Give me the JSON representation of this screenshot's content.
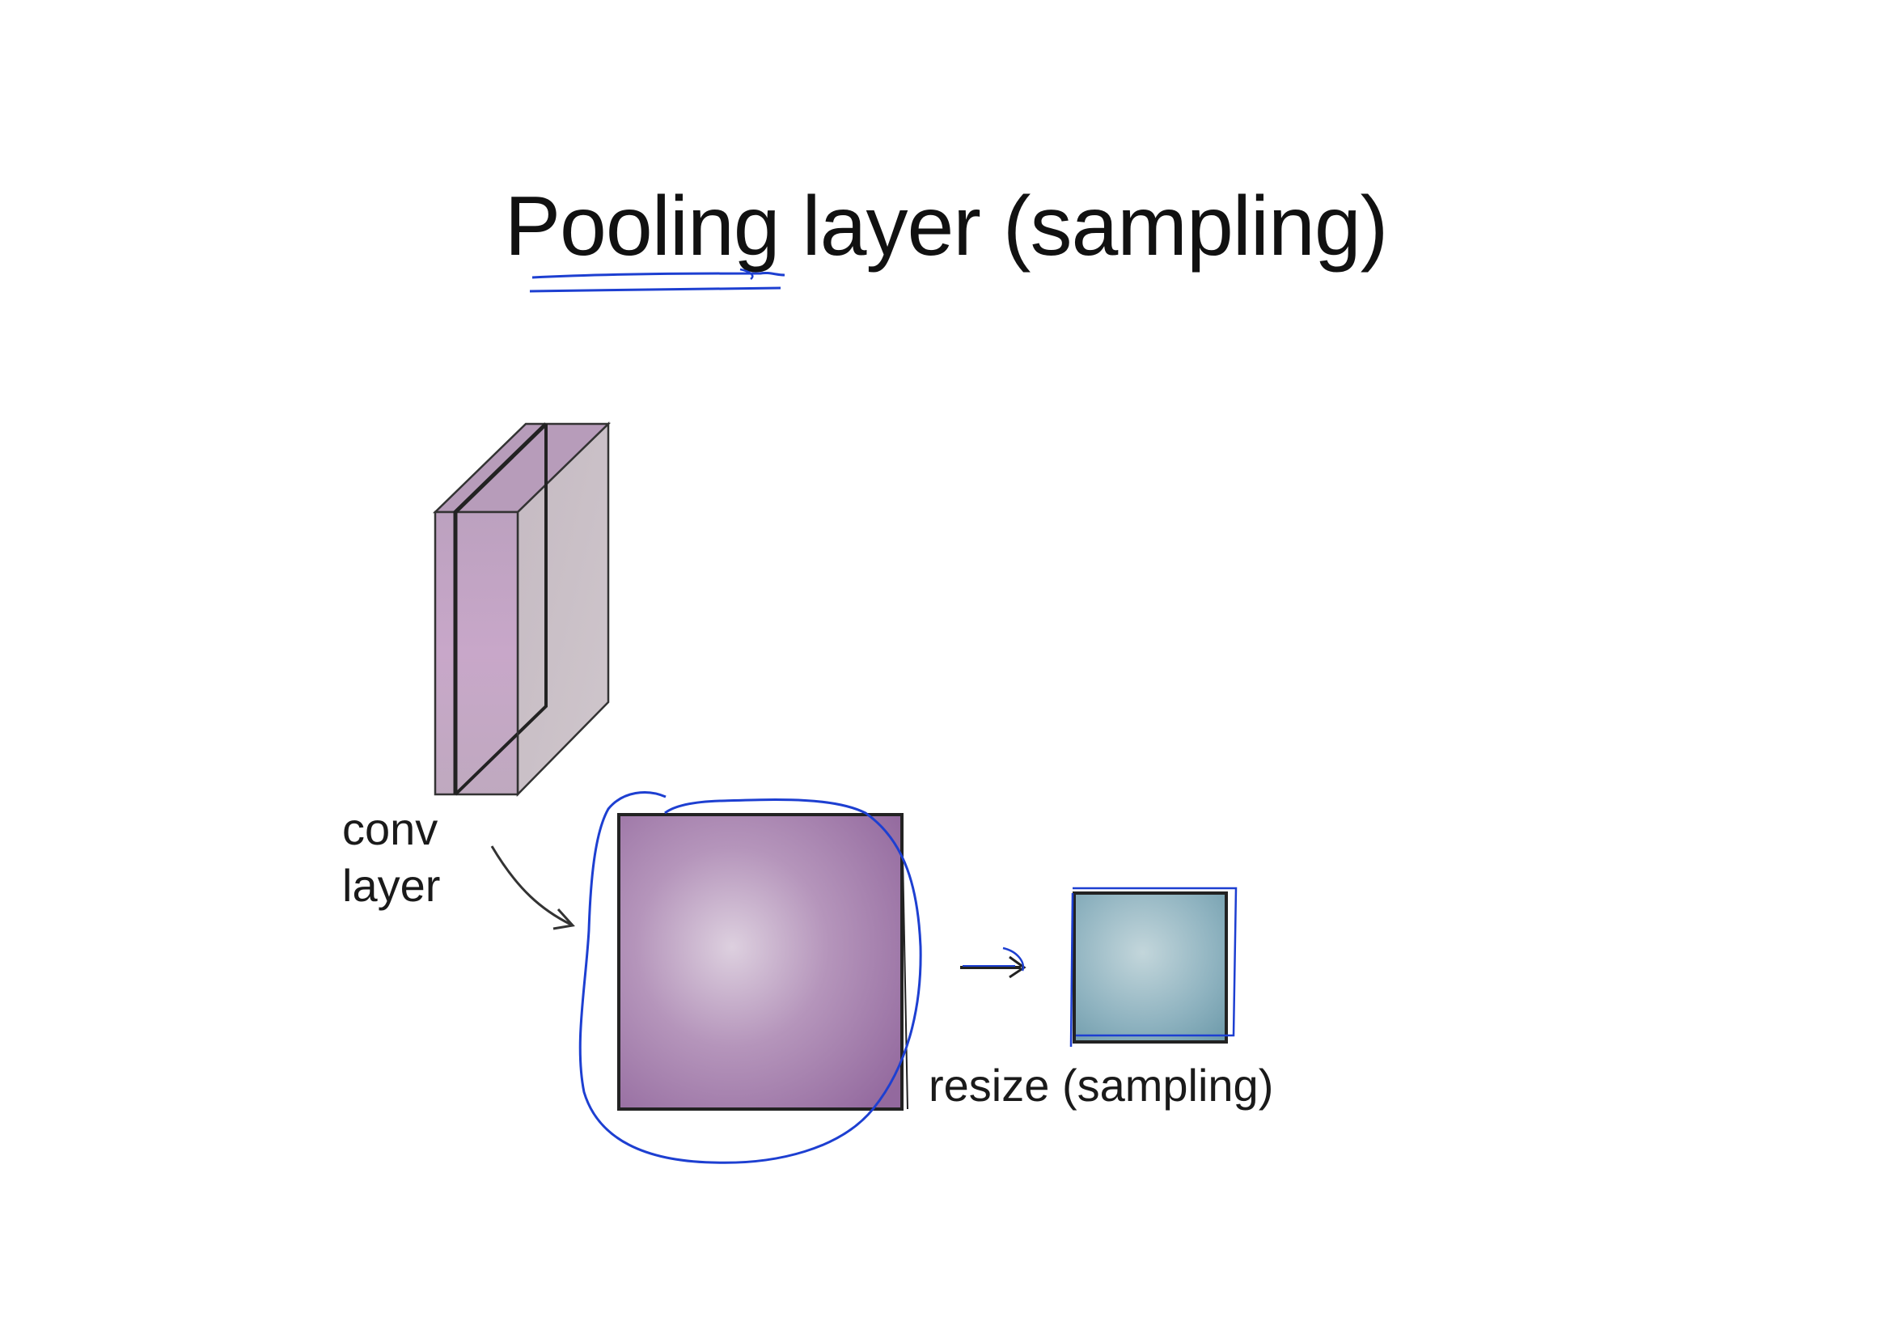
{
  "slide": {
    "title": "Pooling layer (sampling)",
    "conv_label": [
      "conv",
      "layer"
    ],
    "resize_label": "resize (sampling)"
  },
  "icons": {
    "conv_volume": "3d-slab-icon",
    "pooled_input": "purple-square-feature-map",
    "pooled_output": "blue-small-square-feature-map",
    "curved_arrow": "curved-arrow-icon",
    "right_arrow": "right-arrow-icon",
    "ink_annotation": "hand-drawn-circle-annotation"
  },
  "colors": {
    "background": "#ffffff",
    "text": "#111111",
    "conv_slab": "#b59bb6",
    "conv_slab_side": "#c9bfc6",
    "feature_map": "#a57aae",
    "feature_map_light": "#d9c9db",
    "pooled_map": "#7fa6b5",
    "pooled_map_light": "#b8d0d6",
    "annotation_ink": "#1d3fd1",
    "outline": "#222222"
  }
}
